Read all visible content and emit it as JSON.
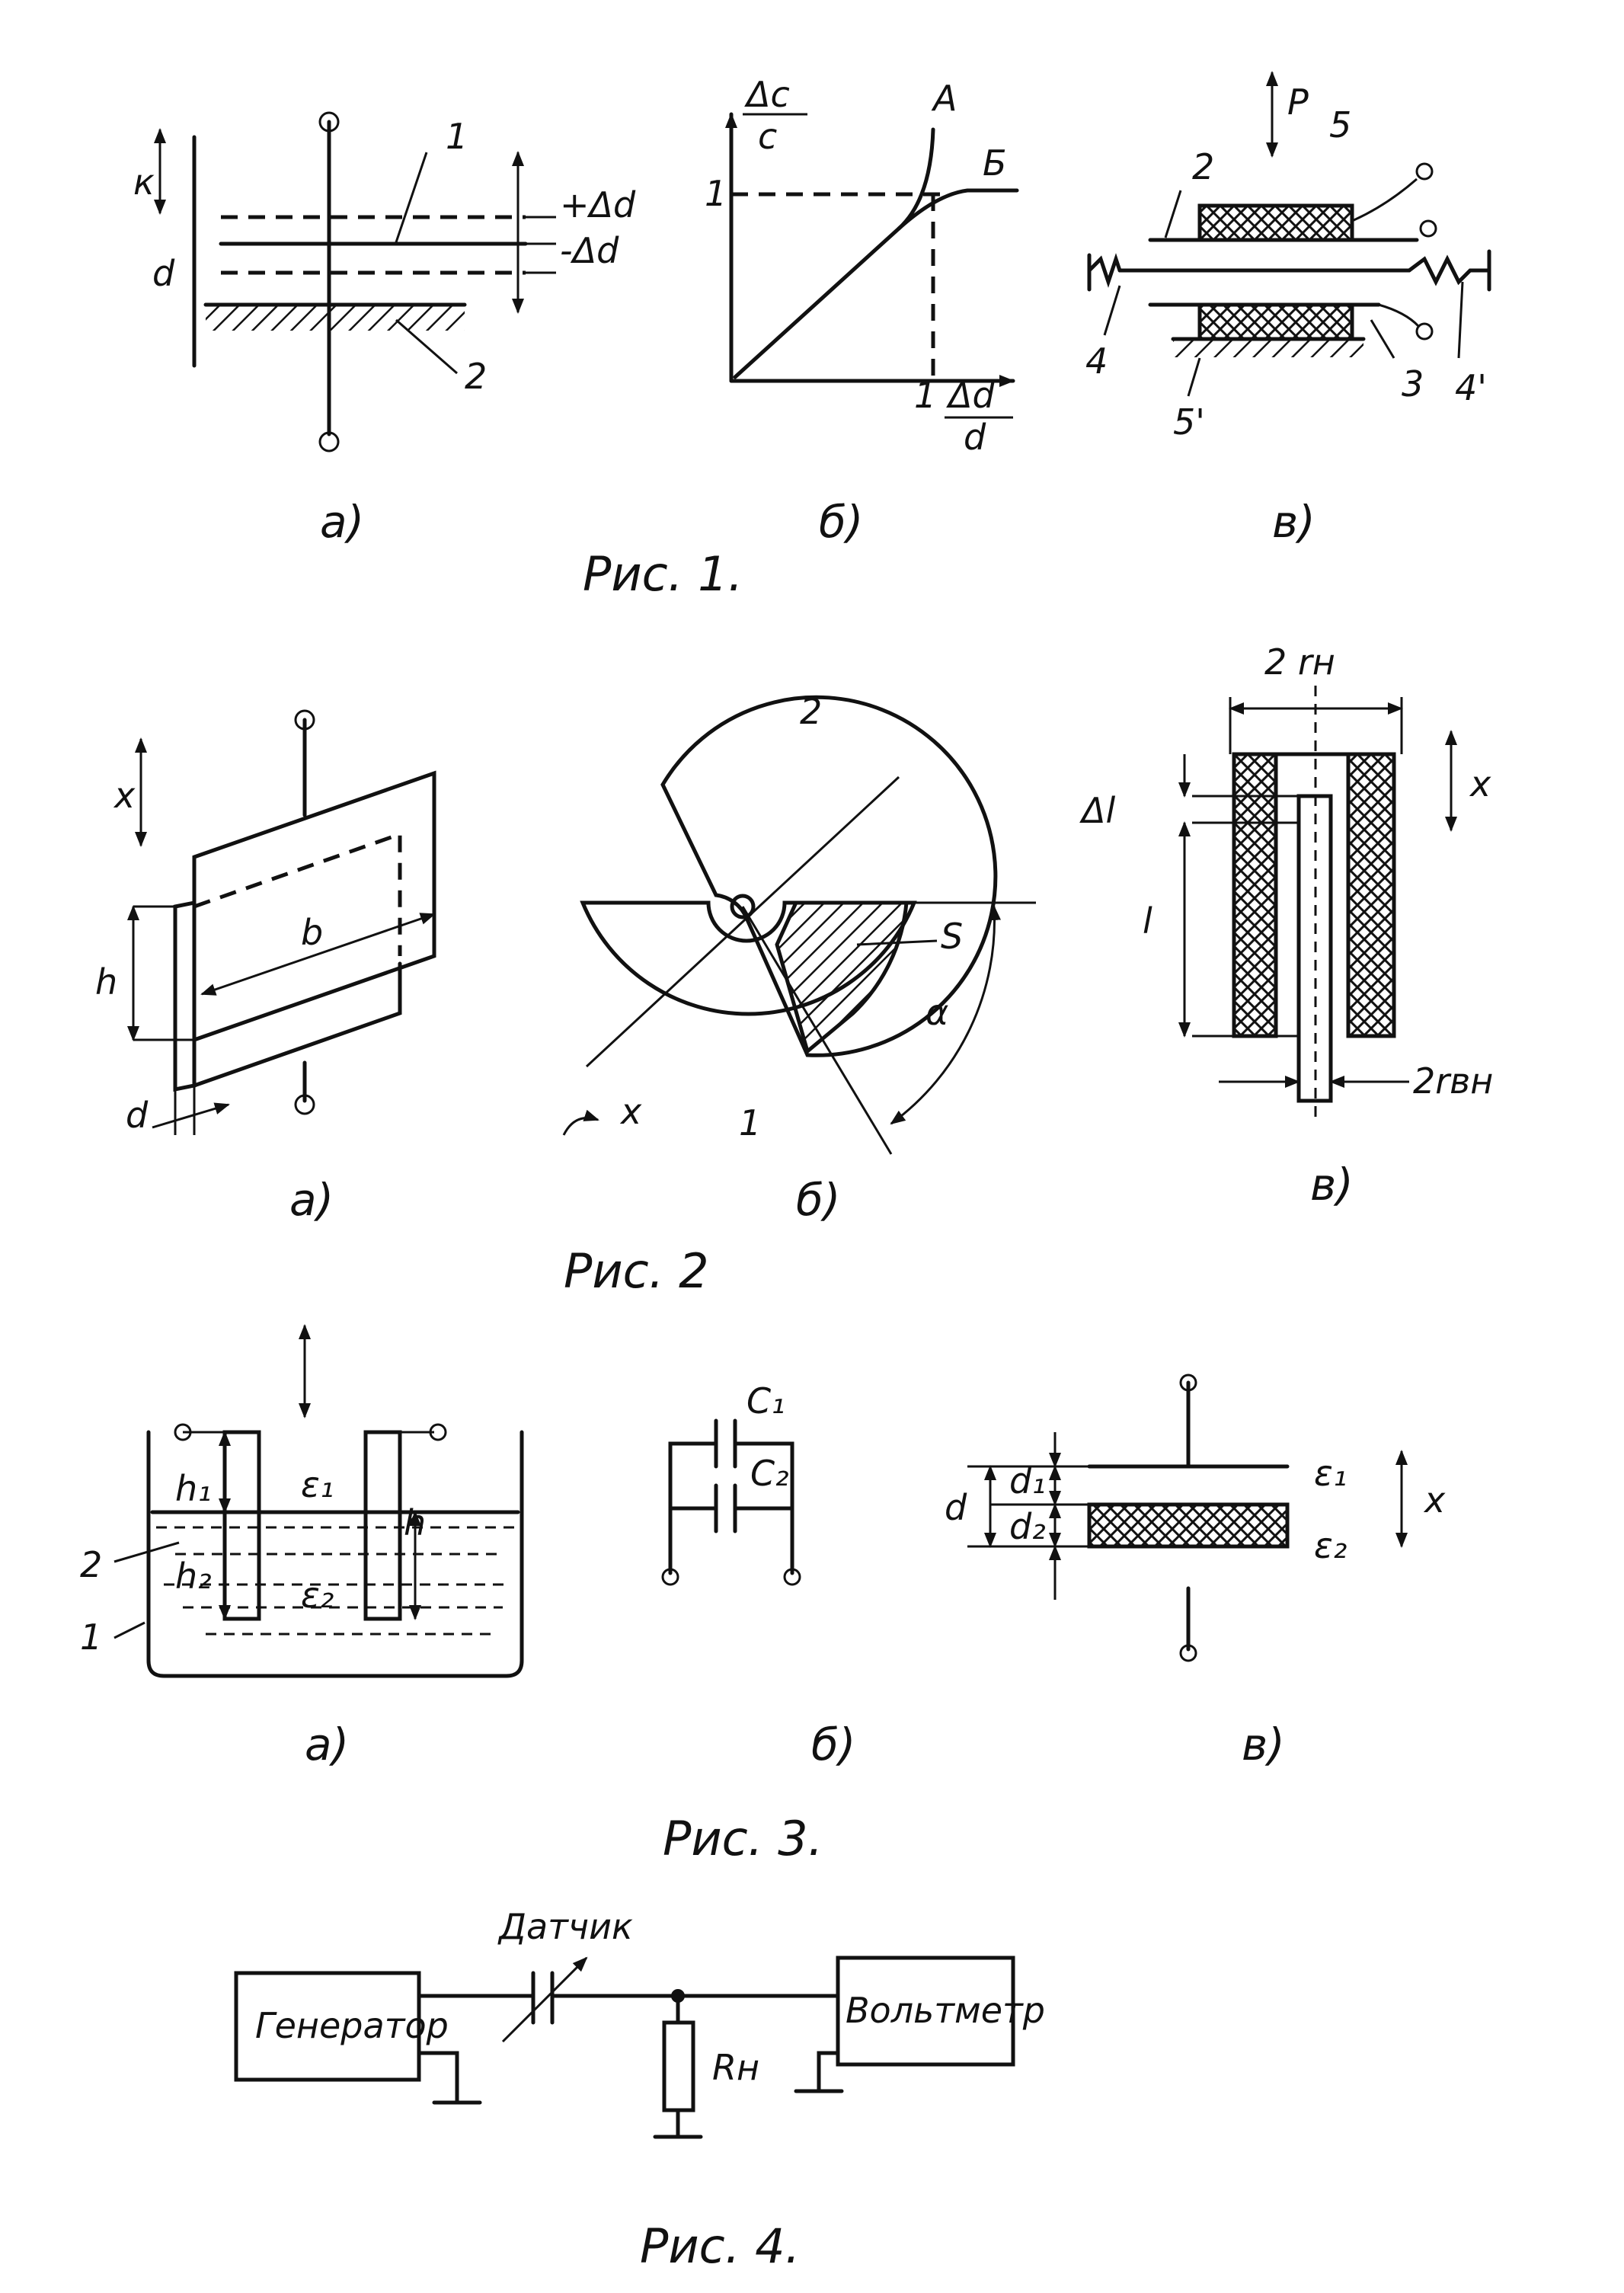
{
  "fig1": {
    "caption": "Рис. 1.",
    "sub_a": "а)",
    "sub_b": "б)",
    "sub_v": "в)",
    "a": {
      "k": "к",
      "d": "d",
      "plus_dd": "+Δd",
      "minus_dd": "-Δd",
      "n1": "1",
      "n2": "2"
    },
    "b": {
      "y_num": "Δc",
      "y_den": "c",
      "x_num": "Δd",
      "x_den": "d",
      "one_y": "1",
      "one_x": "1",
      "curve_a": "А",
      "curve_b": "Б"
    },
    "v": {
      "p": "P",
      "n2": "2",
      "n5": "5",
      "n4": "4",
      "n5p": "5'",
      "n3": "3",
      "n4p": "4'"
    }
  },
  "fig2": {
    "caption": "Рис. 2",
    "sub_a": "а)",
    "sub_b": "б)",
    "sub_v": "в)",
    "a": {
      "x": "x",
      "h": "h",
      "b": "b",
      "d": "d"
    },
    "b": {
      "n2": "2",
      "n1": "1",
      "s": "S",
      "alpha": "α",
      "x": "x"
    },
    "v": {
      "r_outer": "2 rн",
      "dl": "Δl",
      "l": "l",
      "x": "x",
      "r_inner": "2rвн"
    }
  },
  "fig3": {
    "caption": "Рис. 3.",
    "sub_a": "а)",
    "sub_b": "б)",
    "sub_v": "в)",
    "a": {
      "h1": "h₁",
      "h2": "h₂",
      "e1": "ε₁",
      "e2": "ε₂",
      "h": "h",
      "n1": "1",
      "n2": "2"
    },
    "b": {
      "c1": "C₁",
      "c2": "C₂"
    },
    "v": {
      "d": "d",
      "d1": "d₁",
      "d2": "d₂",
      "e1": "ε₁",
      "e2": "ε₂",
      "x": "x"
    }
  },
  "fig4": {
    "caption": "Рис. 4.",
    "generator": "Генератор",
    "sensor": "Датчик",
    "voltmeter": "Вольтметр",
    "load": "Rн"
  }
}
